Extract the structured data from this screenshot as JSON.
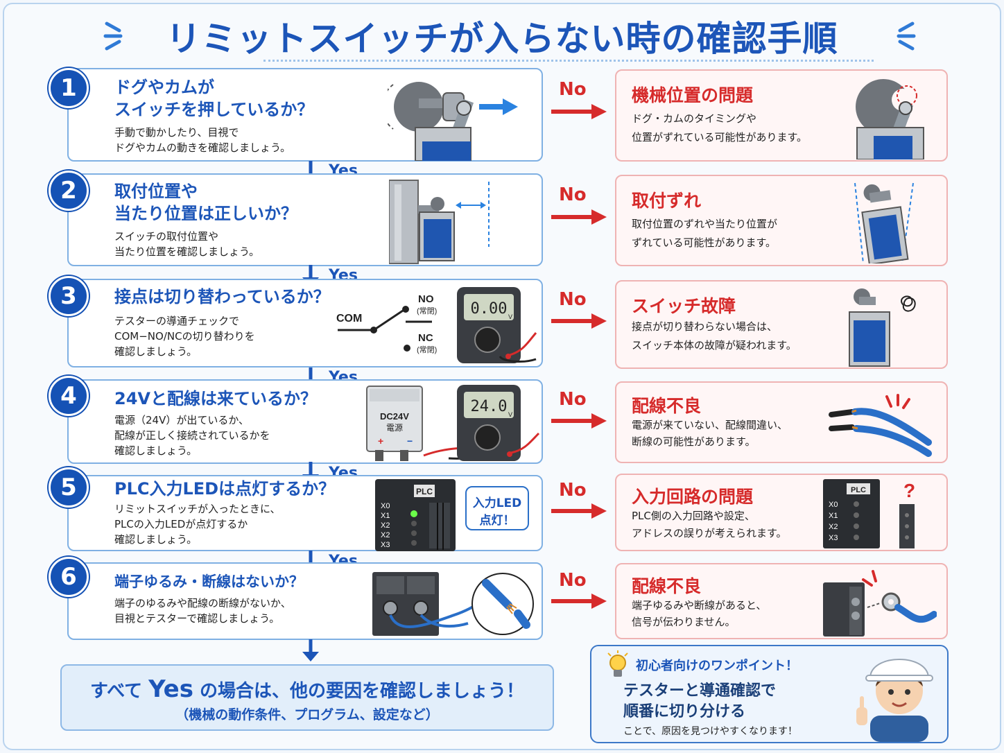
{
  "title": "リミットスイッチが入らない時の確認手順",
  "yes_label": "Yes",
  "no_label": "No",
  "steps": [
    {
      "num": "1",
      "question_l1": "ドグやカムが",
      "question_l2": "スイッチを押しているか？",
      "desc_l1": "手動で動かしたり、目視で",
      "desc_l2": "ドグやカムの動きを確認しましょう。",
      "desc_l3": ""
    },
    {
      "num": "2",
      "question_l1": "取付位置や",
      "question_l2": "当たり位置は正しいか？",
      "desc_l1": "スイッチの取付位置や",
      "desc_l2": "当たり位置を確認しましょう。",
      "desc_l3": ""
    },
    {
      "num": "3",
      "question_l1": "接点は切り替わっているか？",
      "question_l2": "",
      "desc_l1": "テスターの導通チェックで",
      "desc_l2": "COM−NO/NCの切り替わりを",
      "desc_l3": "確認しましょう。"
    },
    {
      "num": "4",
      "question_l1": "24Vと配線は来ているか？",
      "question_l2": "",
      "desc_l1": "電源（24V）が出ているか、",
      "desc_l2": "配線が正しく接続されているかを",
      "desc_l3": "確認しましょう。"
    },
    {
      "num": "5",
      "question_l1": "PLC入力LEDは点灯するか？",
      "question_l2": "",
      "desc_l1": "リミットスイッチが入ったときに、",
      "desc_l2": "PLCの入力LEDが点灯するか",
      "desc_l3": "確認しましょう。"
    },
    {
      "num": "6",
      "question_l1": "端子ゆるみ・断線はないか？",
      "question_l2": "",
      "desc_l1": "端子のゆるみや配線の断線がないか、",
      "desc_l2": "目視とテスターで確認しましょう。",
      "desc_l3": ""
    }
  ],
  "results": [
    {
      "title": "機械位置の問題",
      "desc_l1": "ドグ・カムのタイミングや",
      "desc_l2": "位置がずれている可能性があります。"
    },
    {
      "title": "取付ずれ",
      "desc_l1": "取付位置のずれや当たり位置が",
      "desc_l2": "ずれている可能性があります。"
    },
    {
      "title": "スイッチ故障",
      "desc_l1": "接点が切り替わらない場合は、",
      "desc_l2": "スイッチ本体の故障が疑われます。"
    },
    {
      "title": "配線不良",
      "desc_l1": "電源が来ていない、配線間違い、",
      "desc_l2": "断線の可能性があります。"
    },
    {
      "title": "入力回路の問題",
      "desc_l1": "PLC側の入力回路や設定、",
      "desc_l2": "アドレスの誤りが考えられます。"
    },
    {
      "title": "配線不良",
      "desc_l1": "端子ゆるみや断線があると、",
      "desc_l2": "信号が伝わりません。"
    }
  ],
  "illustrations": {
    "com": "COM",
    "no": "NO",
    "no_sub": "(常閉)",
    "nc": "NC",
    "nc_sub": "(常閉)",
    "meter1": "0.00",
    "meter2": "24.0",
    "meter_unit": "V",
    "psu_l1": "DC24V",
    "psu_l2": "電源",
    "plc": "PLC",
    "plc_inputs": [
      "X0",
      "X1",
      "X2",
      "X2",
      "X3"
    ],
    "plc_inputs_right": [
      "X0",
      "X1",
      "X2",
      "X3"
    ],
    "callout_l1": "入力LED",
    "callout_l2": "点灯！",
    "question_mark": "?"
  },
  "final": {
    "pre": "すべて ",
    "yes": "Yes",
    "post": " の場合は、他の要因を確認しましょう！",
    "sub": "（機械の動作条件、プログラム、設定など）"
  },
  "tip": {
    "head": "初心者向けのワンポイント！",
    "main_l1": "テスターと導通確認で",
    "main_l2": "順番に切り分ける",
    "sub": "ことで、原因を見つけやすくなります！"
  },
  "colors": {
    "blue": "#1c55b8",
    "red": "#d62b2b",
    "box_border": "#7fb0e3",
    "result_border": "#efb3b3"
  }
}
